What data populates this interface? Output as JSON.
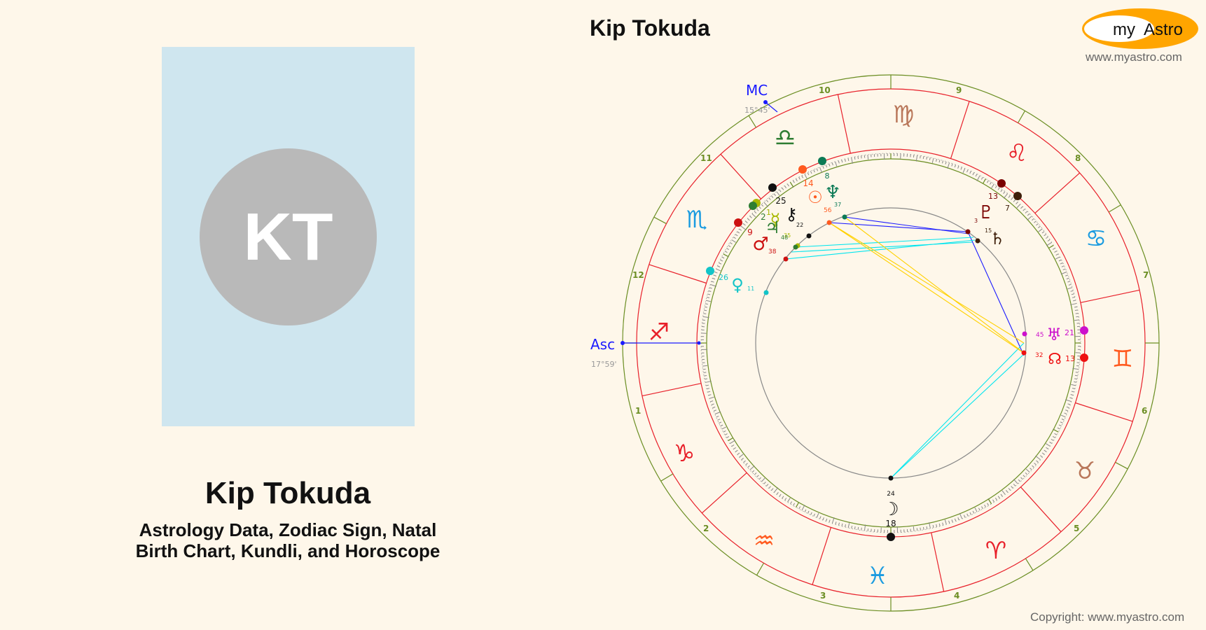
{
  "header": {
    "chart_title": "Kip Tokuda",
    "logo_text_my": "my",
    "logo_text_astro": "Astro",
    "logo_url": "www.myastro.com",
    "logo_colors": {
      "ring": "#ffa500",
      "inner": "#ffffff"
    }
  },
  "profile": {
    "initials": "KT",
    "name": "Kip Tokuda",
    "subtitle_line1": "Astrology Data, Zodiac Sign, Natal",
    "subtitle_line2": "Birth Chart, Kundli, and Horoscope",
    "photo_bg": "#cfe6ef",
    "avatar_bg": "#b9b9b9"
  },
  "chart": {
    "angles": {
      "mc_label": "MC",
      "mc_degree": "15°45'",
      "asc_label": "Asc",
      "asc_degree": "17°59'"
    },
    "houses": [
      "1",
      "2",
      "3",
      "4",
      "5",
      "6",
      "7",
      "8",
      "9",
      "10",
      "11",
      "12"
    ],
    "signs": [
      {
        "name": "Sagittarius",
        "glyph": "♐",
        "color": "#e8202a"
      },
      {
        "name": "Capricorn",
        "glyph": "♑",
        "color": "#e8202a"
      },
      {
        "name": "Aquarius",
        "glyph": "♒",
        "color": "#ff5a1f"
      },
      {
        "name": "Pisces",
        "glyph": "♓",
        "color": "#1a9be0"
      },
      {
        "name": "Aries",
        "glyph": "♈",
        "color": "#e8202a"
      },
      {
        "name": "Taurus",
        "glyph": "♉",
        "color": "#b9775a"
      },
      {
        "name": "Gemini",
        "glyph": "♊",
        "color": "#ff5a1f"
      },
      {
        "name": "Cancer",
        "glyph": "♋",
        "color": "#1a9be0"
      },
      {
        "name": "Leo",
        "glyph": "♌",
        "color": "#e8202a"
      },
      {
        "name": "Virgo",
        "glyph": "♍",
        "color": "#b9775a"
      },
      {
        "name": "Libra",
        "glyph": "♎",
        "color": "#2e7d32"
      },
      {
        "name": "Scorpio",
        "glyph": "♏",
        "color": "#1a9be0"
      }
    ],
    "planets": [
      {
        "name": "Sun",
        "glyph": "☉",
        "deg": "14",
        "min": "56",
        "color": "#ff5a1f"
      },
      {
        "name": "Moon",
        "glyph": "☽",
        "deg": "18",
        "min": "24",
        "color": "#111111"
      },
      {
        "name": "Mercury",
        "glyph": "☿",
        "deg": "1",
        "min": "35",
        "color": "#a8b800"
      },
      {
        "name": "Venus",
        "glyph": "♀",
        "deg": "26",
        "min": "11",
        "color": "#12c4c8"
      },
      {
        "name": "Mars",
        "glyph": "♂",
        "deg": "9",
        "min": "38",
        "color": "#cc1111"
      },
      {
        "name": "Jupiter",
        "glyph": "♃",
        "deg": "2",
        "min": "48",
        "color": "#2e7d32"
      },
      {
        "name": "Saturn",
        "glyph": "♄",
        "deg": "7",
        "min": "15",
        "color": "#3e1f0a"
      },
      {
        "name": "Uranus",
        "glyph": "♅",
        "deg": "21",
        "min": "45",
        "color": "#cc11cc"
      },
      {
        "name": "Neptune",
        "glyph": "♆",
        "deg": "8",
        "min": "37",
        "color": "#0b7a55"
      },
      {
        "name": "Pluto",
        "glyph": "♇",
        "deg": "13",
        "min": "3",
        "color": "#7a0000"
      },
      {
        "name": "Node",
        "glyph": "☊",
        "deg": "13",
        "min": "32",
        "color": "#ee1111"
      },
      {
        "name": "Chiron",
        "glyph": "⚷",
        "deg": "25",
        "min": "22",
        "color": "#111111"
      }
    ],
    "colors": {
      "outer_ring": "#6b8e23",
      "zodiac_ring": "#e8202a",
      "ticks": "#888888",
      "inner_circle": "#888888",
      "angle_lines": "#1a1aff"
    }
  },
  "footer": {
    "copyright": "Copyright: www.myastro.com"
  }
}
